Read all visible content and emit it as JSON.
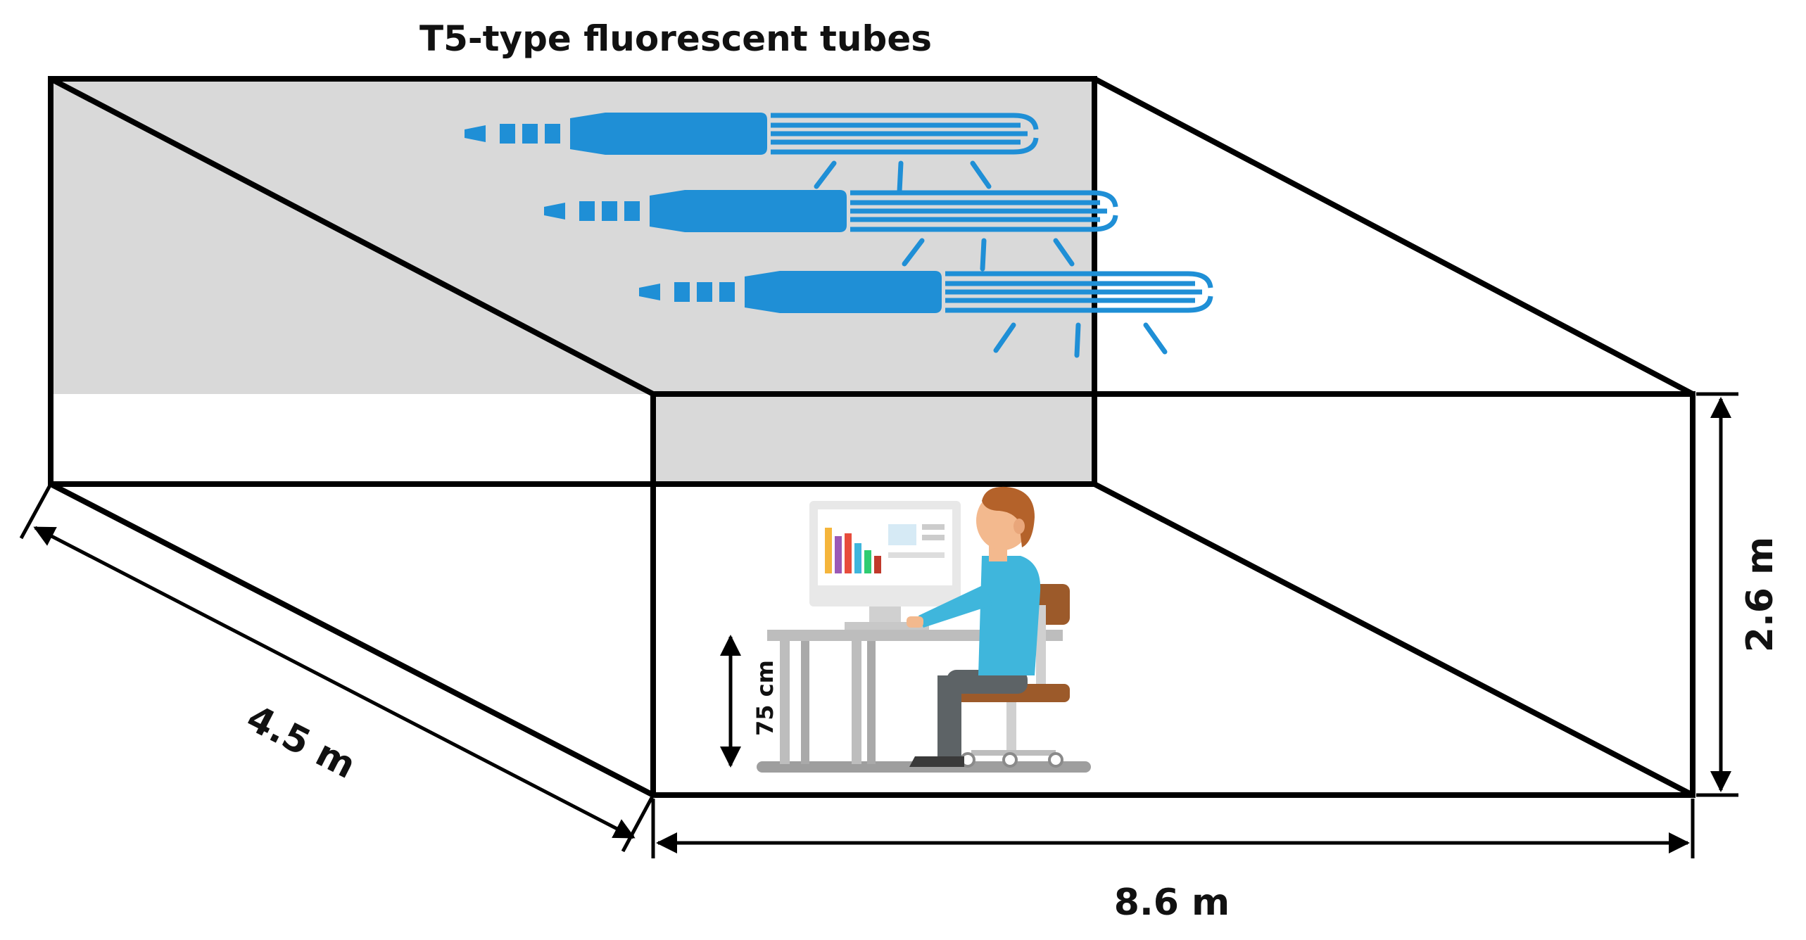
{
  "title": "T5-type fluorescent tubes",
  "dimensions": {
    "depth": "4.5 m",
    "width": "8.6 m",
    "height": "2.6 m",
    "desk_height": "75 cm"
  },
  "colors": {
    "ceiling": "#d9d9d9",
    "outline": "#000000",
    "tube": "#1f8fd6",
    "shirt": "#3fb6dc",
    "hair": "#b4622a",
    "skin": "#f3b98e",
    "chair": "#9c5a2a",
    "desk": "#bdbdbd"
  },
  "icons": [
    "fluorescent-tube-icon",
    "computer-monitor-icon",
    "office-worker-icon",
    "office-chair-icon",
    "desk-icon"
  ]
}
